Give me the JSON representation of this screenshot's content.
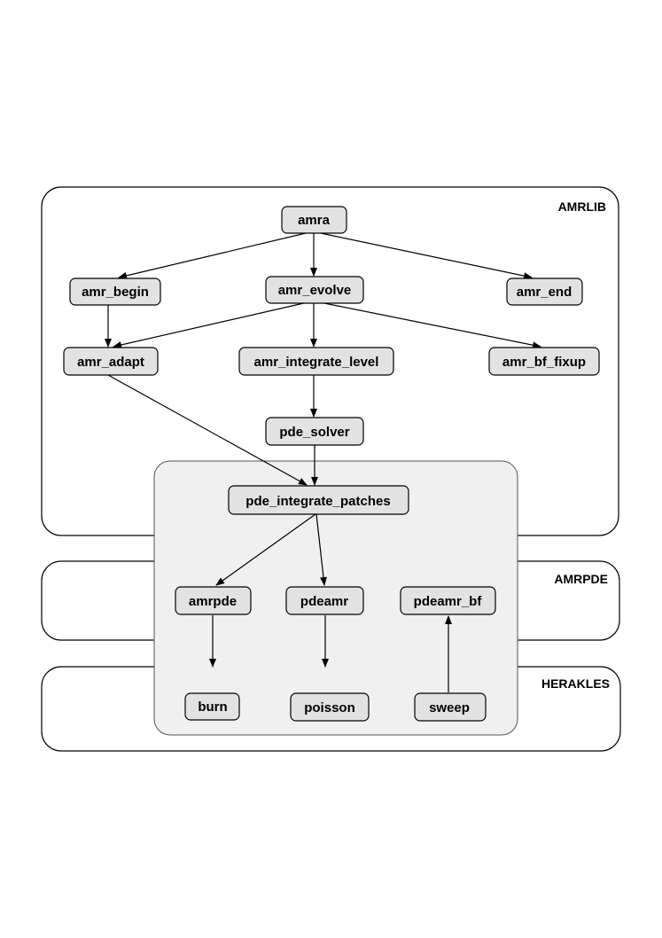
{
  "layers": {
    "amrlib": "AMRLIB",
    "amrpde": "AMRPDE",
    "herakles": "HERAKLES"
  },
  "nodes": {
    "amra": "amra",
    "amr_begin": "amr_begin",
    "amr_evolve": "amr_evolve",
    "amr_end": "amr_end",
    "amr_adapt": "amr_adapt",
    "amr_integrate_level": "amr_integrate_level",
    "amr_bf_fixup": "amr_bf_fixup",
    "pde_solver": "pde_solver",
    "pde_integrate_patches": "pde_integrate_patches",
    "amrpde": "amrpde",
    "pdeamr": "pdeamr",
    "pdeamr_bf": "pdeamr_bf",
    "burn": "burn",
    "poisson": "poisson",
    "sweep": "sweep"
  },
  "edges": [
    {
      "from": "amra",
      "to": "amr_begin"
    },
    {
      "from": "amra",
      "to": "amr_evolve"
    },
    {
      "from": "amra",
      "to": "amr_end"
    },
    {
      "from": "amr_begin",
      "to": "amr_adapt"
    },
    {
      "from": "amr_evolve",
      "to": "amr_adapt"
    },
    {
      "from": "amr_evolve",
      "to": "amr_integrate_level"
    },
    {
      "from": "amr_evolve",
      "to": "amr_bf_fixup"
    },
    {
      "from": "amr_integrate_level",
      "to": "pde_solver"
    },
    {
      "from": "amr_adapt",
      "to": "pde_integrate_patches"
    },
    {
      "from": "pde_solver",
      "to": "pde_integrate_patches"
    },
    {
      "from": "pde_integrate_patches",
      "to": "amrpde"
    },
    {
      "from": "pde_integrate_patches",
      "to": "pdeamr"
    },
    {
      "from": "amrpde",
      "to": "burn"
    },
    {
      "from": "pdeamr",
      "to": "poisson"
    },
    {
      "from": "sweep",
      "to": "pdeamr_bf"
    }
  ]
}
